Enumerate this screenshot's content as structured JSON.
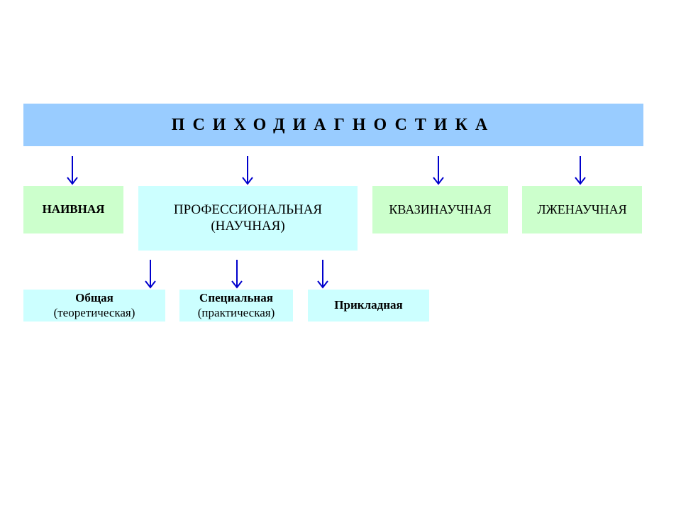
{
  "diagram": {
    "root": {
      "label": "ПСИХОДИАГНОСТИКА",
      "color": "#99ccff"
    },
    "level2": {
      "naive": {
        "label": "НАИВНАЯ",
        "color": "#ccffcc"
      },
      "professional": {
        "line1": "ПРОФЕССИОНАЛЬНАЯ",
        "line2": "(НАУЧНАЯ)",
        "color": "#ccffff"
      },
      "quasi": {
        "label": "КВАЗИНАУЧНАЯ",
        "color": "#ccffcc"
      },
      "pseudo": {
        "label": "ЛЖЕНАУЧНАЯ",
        "color": "#ccffcc"
      }
    },
    "level3": {
      "general": {
        "line1": "Общая",
        "line2": "(теоретическая)"
      },
      "special": {
        "line1": "Специальная",
        "line2": "(практическая)"
      },
      "applied": {
        "label": "Прикладная"
      }
    },
    "arrow_color": "#0000cc"
  }
}
